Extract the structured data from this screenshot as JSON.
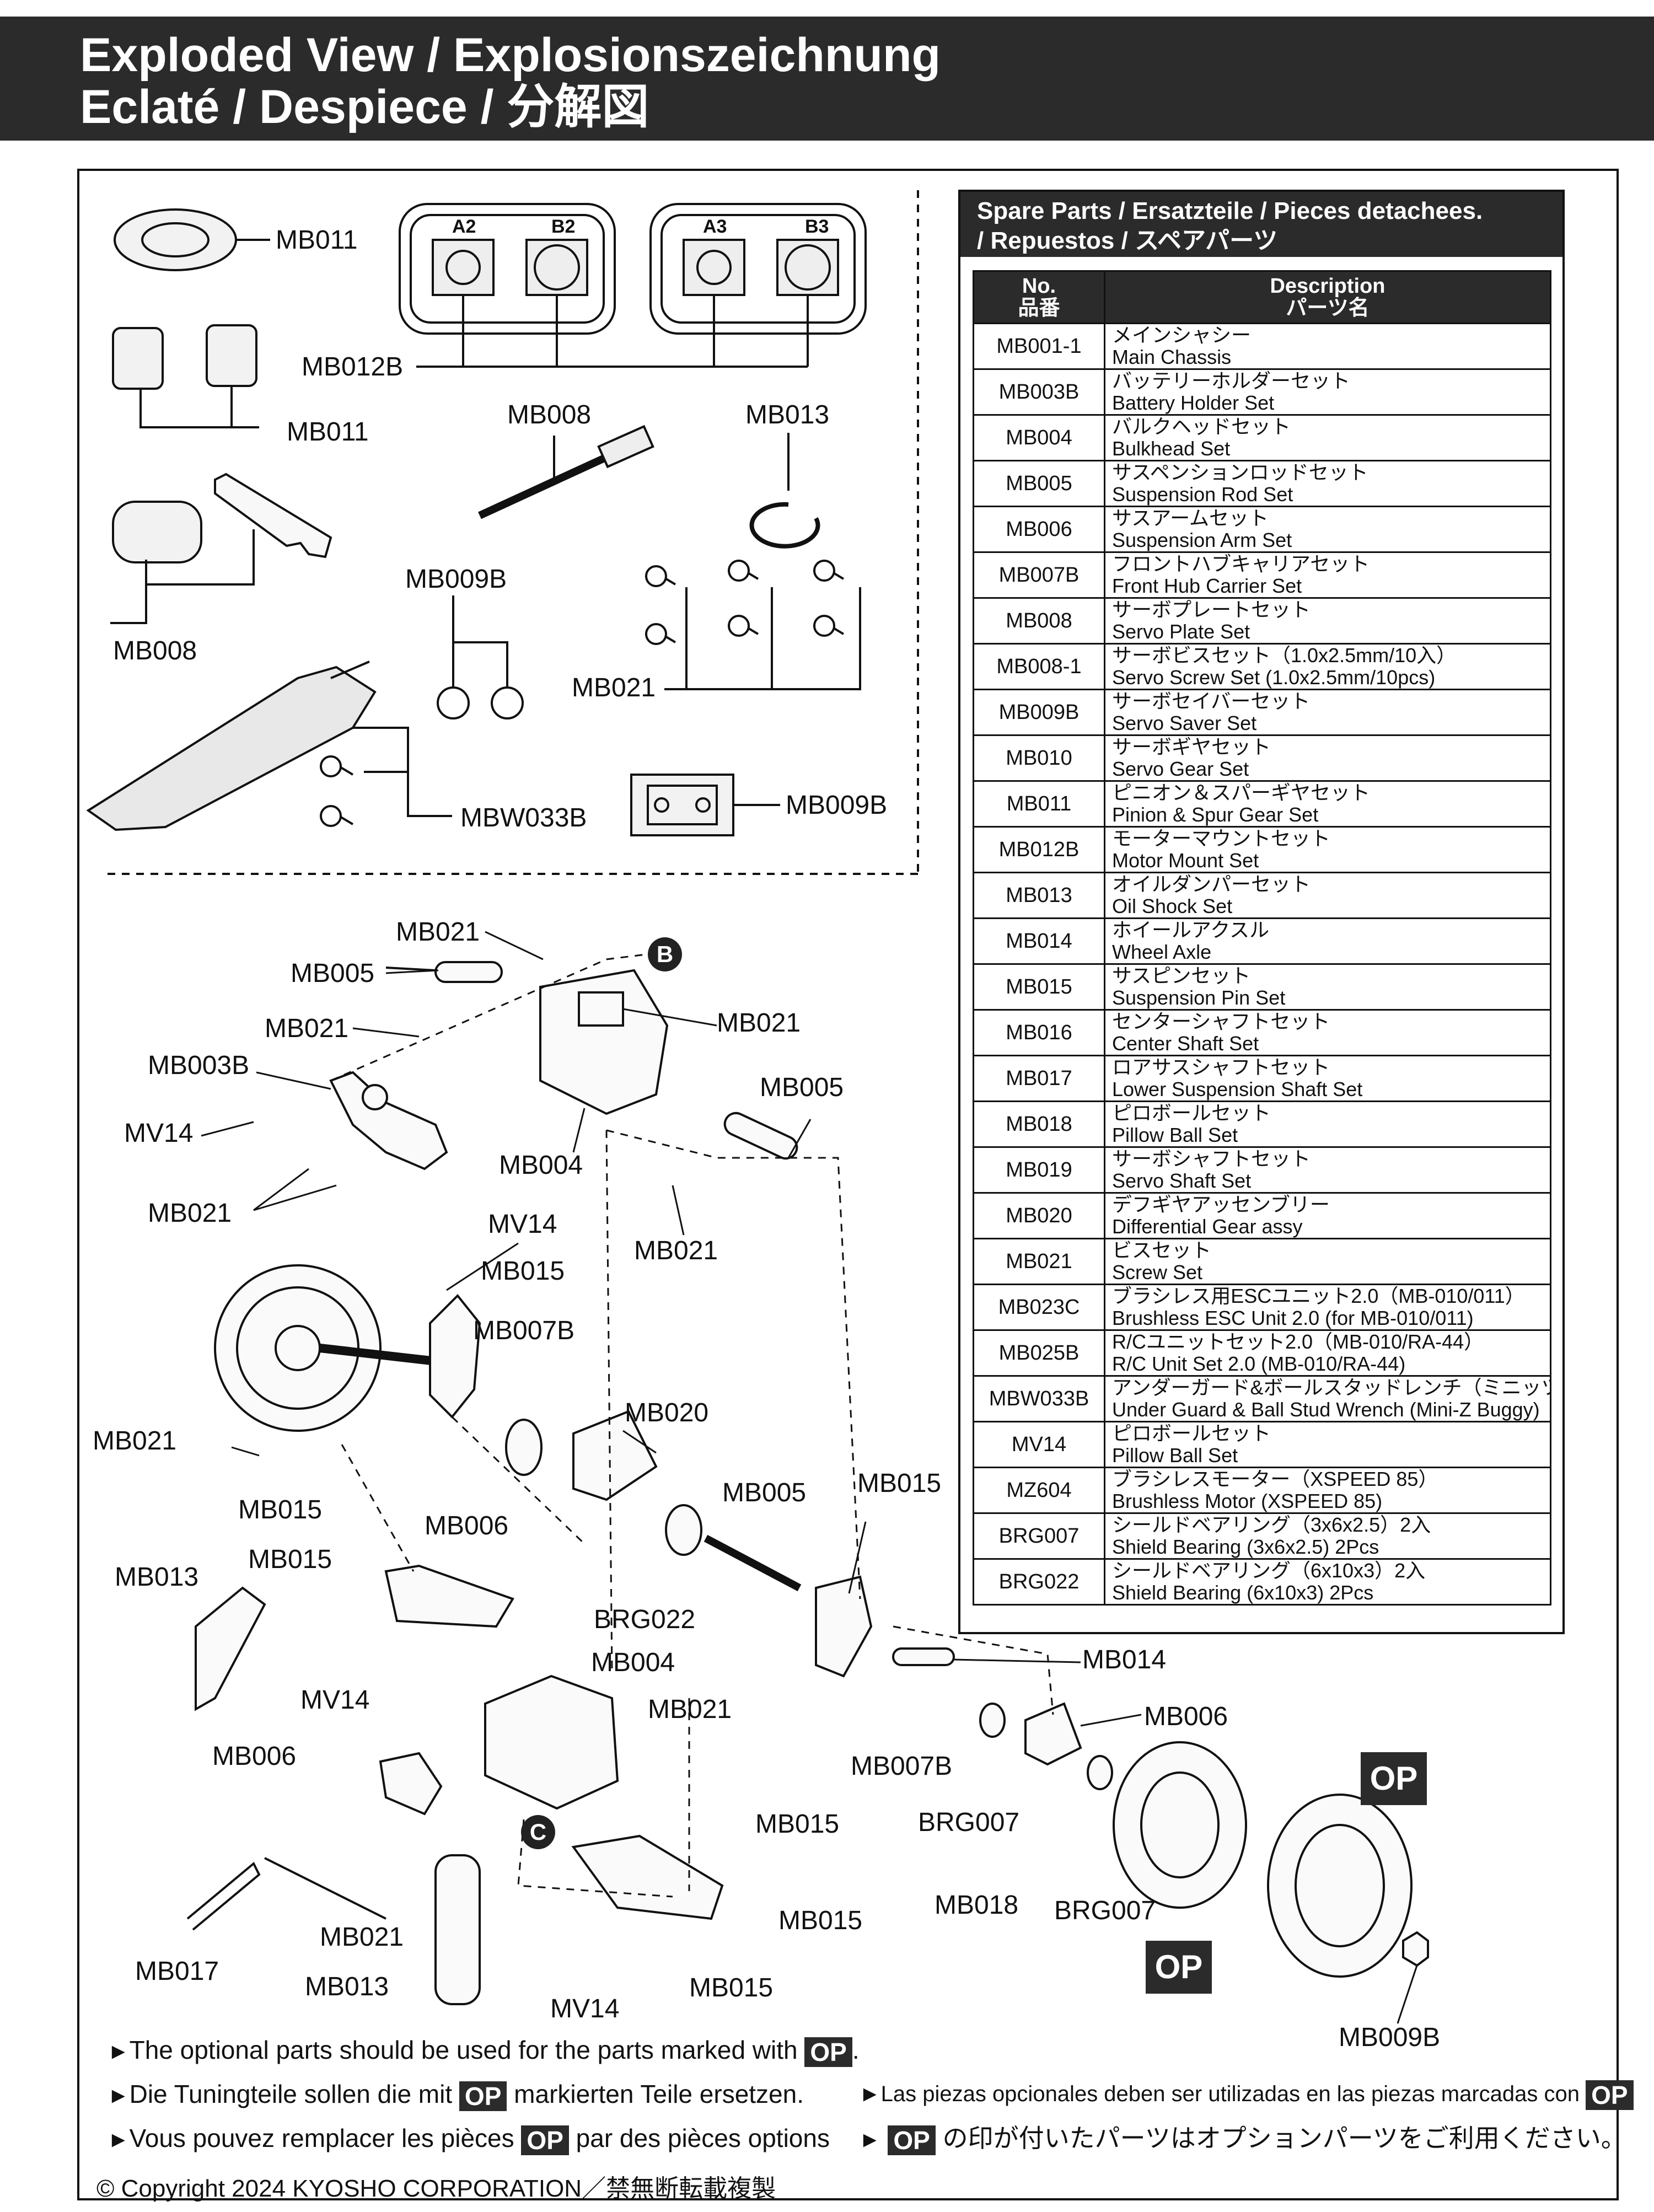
{
  "header": {
    "line1": "Exploded View  /  Explosionszeichnung",
    "line2": "Eclaté  /  Despiece  /  分解図"
  },
  "accessory_labels": {
    "mb011_spur": "MB011",
    "mb012b": "MB012B",
    "mb011_pinion": "MB011",
    "mb008_wrench": "MB008",
    "mb008_plate": "MB008",
    "mb013_clip": "MB013",
    "mb009b_balls": "MB009B",
    "mb021_screws": "MB021",
    "mbw033b": "MBW033B",
    "mb009b_saver": "MB009B",
    "mount_a2": "A2",
    "mount_b2": "B2",
    "mount_a3": "A3",
    "mount_b3": "B3"
  },
  "diagram_labels": {
    "mb021_a": "MB021",
    "mb005_a": "MB005",
    "mb021_b": "MB021",
    "mb003b": "MB003B",
    "mv14_a": "MV14",
    "mb021_c": "MB021",
    "mv14_b": "MV14",
    "mb004_a": "MB004",
    "mb021_d": "MB021",
    "mb005_b": "MB005",
    "mb021_e": "MB021",
    "marker_b": "B",
    "mb015_a": "MB015",
    "mb007b_a": "MB007B",
    "mb021_f": "MB021",
    "mb020": "MB020",
    "mb015_b": "MB015",
    "mb006_a": "MB006",
    "mb005_c": "MB005",
    "mb015_c": "MB015",
    "mb013_a": "MB013",
    "mb015_d": "MB015",
    "brg022": "BRG022",
    "mv14_c": "MV14",
    "mb004_b": "MB004",
    "mb021_g": "MB021",
    "mb014": "MB014",
    "mb006_b": "MB006",
    "mb006_c": "MB006",
    "mb007b_b": "MB007B",
    "mb015_e": "MB015",
    "brg007_a": "BRG007",
    "marker_c": "C",
    "mb018": "MB018",
    "brg007_b": "BRG007",
    "mb021_h": "MB021",
    "mb015_f": "MB015",
    "mb017": "MB017",
    "mb013_b": "MB013",
    "mb015_g": "MB015",
    "mv14_d": "MV14",
    "mb009b": "MB009B",
    "op1": "OP",
    "op2": "OP"
  },
  "spare_parts": {
    "title_line1": "Spare Parts / Ersatzteile / Pieces detachees.",
    "title_line2": "/ Repuestos / スペアパーツ",
    "col_no_line1": "No.",
    "col_no_line2": "品番",
    "col_desc_line1": "Description",
    "col_desc_line2": "パーツ名",
    "rows": [
      {
        "no": "MB001-1",
        "jp": "メインシャシー",
        "en": "Main Chassis"
      },
      {
        "no": "MB003B",
        "jp": "バッテリーホルダーセット",
        "en": "Battery Holder Set"
      },
      {
        "no": "MB004",
        "jp": "バルクヘッドセット",
        "en": "Bulkhead Set"
      },
      {
        "no": "MB005",
        "jp": "サスペンションロッドセット",
        "en": "Suspension Rod Set"
      },
      {
        "no": "MB006",
        "jp": "サスアームセット",
        "en": "Suspension Arm Set"
      },
      {
        "no": "MB007B",
        "jp": "フロントハブキャリアセット",
        "en": "Front Hub Carrier Set"
      },
      {
        "no": "MB008",
        "jp": "サーボプレートセット",
        "en": "Servo Plate Set"
      },
      {
        "no": "MB008-1",
        "jp": "サーボビスセット（1.0x2.5mm/10入）",
        "en": "Servo Screw Set (1.0x2.5mm/10pcs)"
      },
      {
        "no": "MB009B",
        "jp": "サーボセイバーセット",
        "en": "Servo Saver Set"
      },
      {
        "no": "MB010",
        "jp": "サーボギヤセット",
        "en": "Servo Gear Set"
      },
      {
        "no": "MB011",
        "jp": "ピニオン＆スパーギヤセット",
        "en": "Pinion & Spur Gear Set"
      },
      {
        "no": "MB012B",
        "jp": "モーターマウントセット",
        "en": "Motor Mount Set"
      },
      {
        "no": "MB013",
        "jp": "オイルダンパーセット",
        "en": "Oil Shock Set"
      },
      {
        "no": "MB014",
        "jp": "ホイールアクスル",
        "en": "Wheel Axle"
      },
      {
        "no": "MB015",
        "jp": "サスピンセット",
        "en": "Suspension Pin Set"
      },
      {
        "no": "MB016",
        "jp": "センターシャフトセット",
        "en": "Center Shaft Set"
      },
      {
        "no": "MB017",
        "jp": "ロアサスシャフトセット",
        "en": "Lower Suspension Shaft Set"
      },
      {
        "no": "MB018",
        "jp": "ピロボールセット",
        "en": "Pillow Ball Set"
      },
      {
        "no": "MB019",
        "jp": "サーボシャフトセット",
        "en": "Servo Shaft Set"
      },
      {
        "no": "MB020",
        "jp": "デフギヤアッセンブリー",
        "en": "Differential Gear assy"
      },
      {
        "no": "MB021",
        "jp": "ビスセット",
        "en": "Screw Set"
      },
      {
        "no": "MB023C",
        "jp": "ブラシレス用ESCユニット2.0（MB-010/011）",
        "en": "Brushless ESC Unit 2.0 (for MB-010/011)"
      },
      {
        "no": "MB025B",
        "jp": "R/Cユニットセット2.0（MB-010/RA-44）",
        "en": "R/C Unit Set 2.0 (MB-010/RA-44)"
      },
      {
        "no": "MBW033B",
        "jp": "アンダーガード&ボールスタッドレンチ（ミニッツバギー）",
        "en": "Under Guard & Ball Stud Wrench (Mini-Z Buggy)"
      },
      {
        "no": "MV14",
        "jp": "ピロボールセット",
        "en": "Pillow Ball Set"
      },
      {
        "no": "MZ604",
        "jp": "ブラシレスモーター（XSPEED 85）",
        "en": "Brushless Motor (XSPEED 85)"
      },
      {
        "no": "BRG007",
        "jp": "シールドベアリング（3x6x2.5）2入",
        "en": "Shield Bearing (3x6x2.5) 2Pcs"
      },
      {
        "no": "BRG022",
        "jp": "シールドベアリング（6x10x3）2入",
        "en": "Shield Bearing (6x10x3) 2Pcs"
      }
    ]
  },
  "notes": {
    "en_before": "The optional parts should be used for the parts marked with",
    "en_after": ".",
    "de_before": "Die Tuningteile sollen die mit",
    "de_after": "markierten Teile ersetzen.",
    "fr_before": "Vous pouvez remplacer les pièces",
    "fr_after": "par des pièces options",
    "es_before": "Las piezas opcionales deben ser utilizadas en las piezas marcadas con",
    "jp_after": "の印が付いたパーツはオプションパーツをご利用ください。",
    "op": "OP"
  },
  "copyright": "© Copyright 2024 KYOSHO CORPORATION／禁無断転載複製"
}
